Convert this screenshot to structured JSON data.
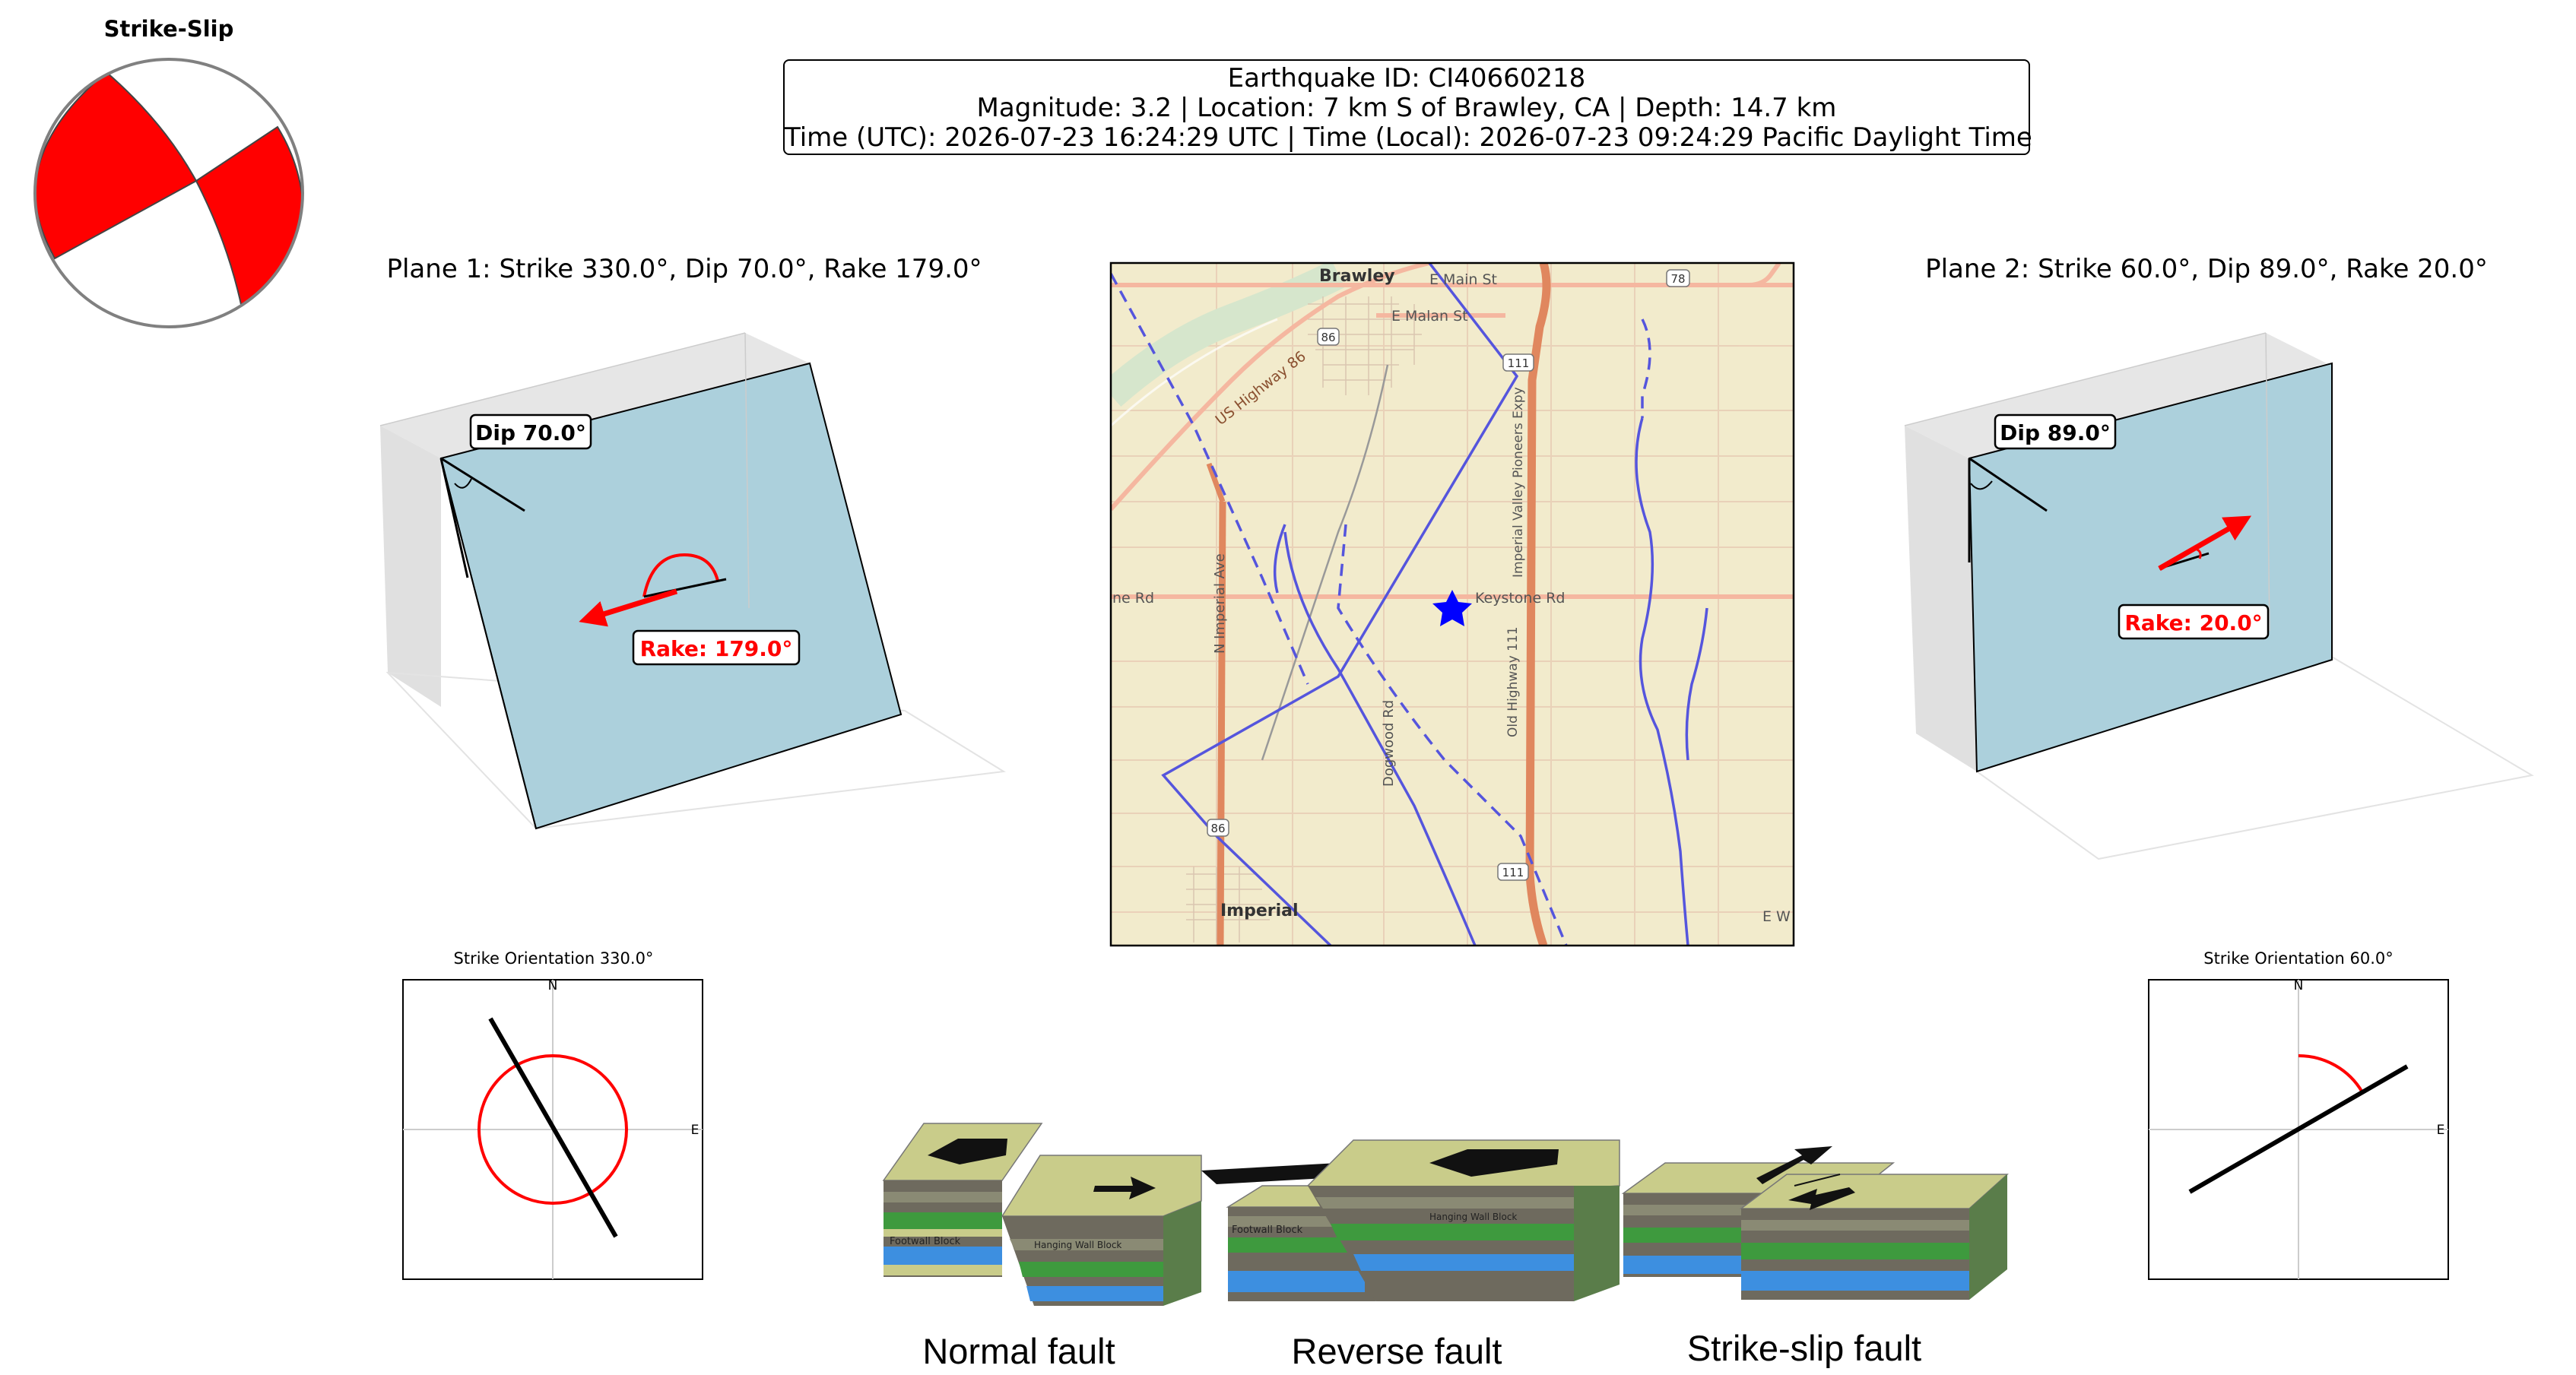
{
  "beachball": {
    "title": "Strike-Slip",
    "fill_color": "#ff0000"
  },
  "info": {
    "line1": "Earthquake ID: CI40660218",
    "line2": "Magnitude: 3.2 | Location: 7 km S of Brawley, CA | Depth: 14.7 km",
    "line3": "Time (UTC): 2026-07-23 16:24:29 UTC | Time (Local): 2026-07-23 09:24:29 Pacific Daylight Time"
  },
  "plane1": {
    "title": "Plane 1: Strike 330.0°, Dip 70.0°, Rake 179.0°",
    "dip_label": "Dip 70.0°",
    "rake_label": "Rake: 179.0°",
    "strike_title": "Strike Orientation 330.0°",
    "strike_deg": 330,
    "dip_deg": 70,
    "rake_deg": 179
  },
  "plane2": {
    "title": "Plane 2: Strike 60.0°, Dip 89.0°, Rake 20.0°",
    "dip_label": "Dip 89.0°",
    "rake_label": "Rake: 20.0°",
    "strike_title": "Strike Orientation 60.0°",
    "strike_deg": 60,
    "dip_deg": 89,
    "rake_deg": 20
  },
  "compass": {
    "north": "N",
    "east": "E"
  },
  "map": {
    "labels": {
      "brawley": "Brawley",
      "e_main_st": "E Main St",
      "e_malan_st": "E Malan St",
      "us_highway_86": "US Highway 86",
      "n_imperial_ave": "N Imperial Ave",
      "keystone_rd_left": "ne Rd",
      "keystone_rd": "Keystone Rd",
      "dogwood_rd": "Dogwood Rd",
      "old_highway_111": "Old Highway 111",
      "imperial_valley_pkwy": "Imperial Valley Pioneers Expy",
      "imperial": "Imperial",
      "e_w": "E W"
    },
    "shields": {
      "s78": "78",
      "s86a": "86",
      "s111a": "111",
      "s86b": "86",
      "s111b": "111"
    },
    "colors": {
      "background": "#f2ebcc",
      "road": "#f5b7a0",
      "highway": "#e0875e",
      "fault": "#5555dd",
      "epicenter": "#0000ff"
    }
  },
  "fault_types": {
    "normal": "Normal fault",
    "reverse": "Reverse fault",
    "strike_slip": "Strike-slip fault",
    "footwall": "Footwall Block",
    "hanging_wall": "Hanging Wall Block"
  }
}
